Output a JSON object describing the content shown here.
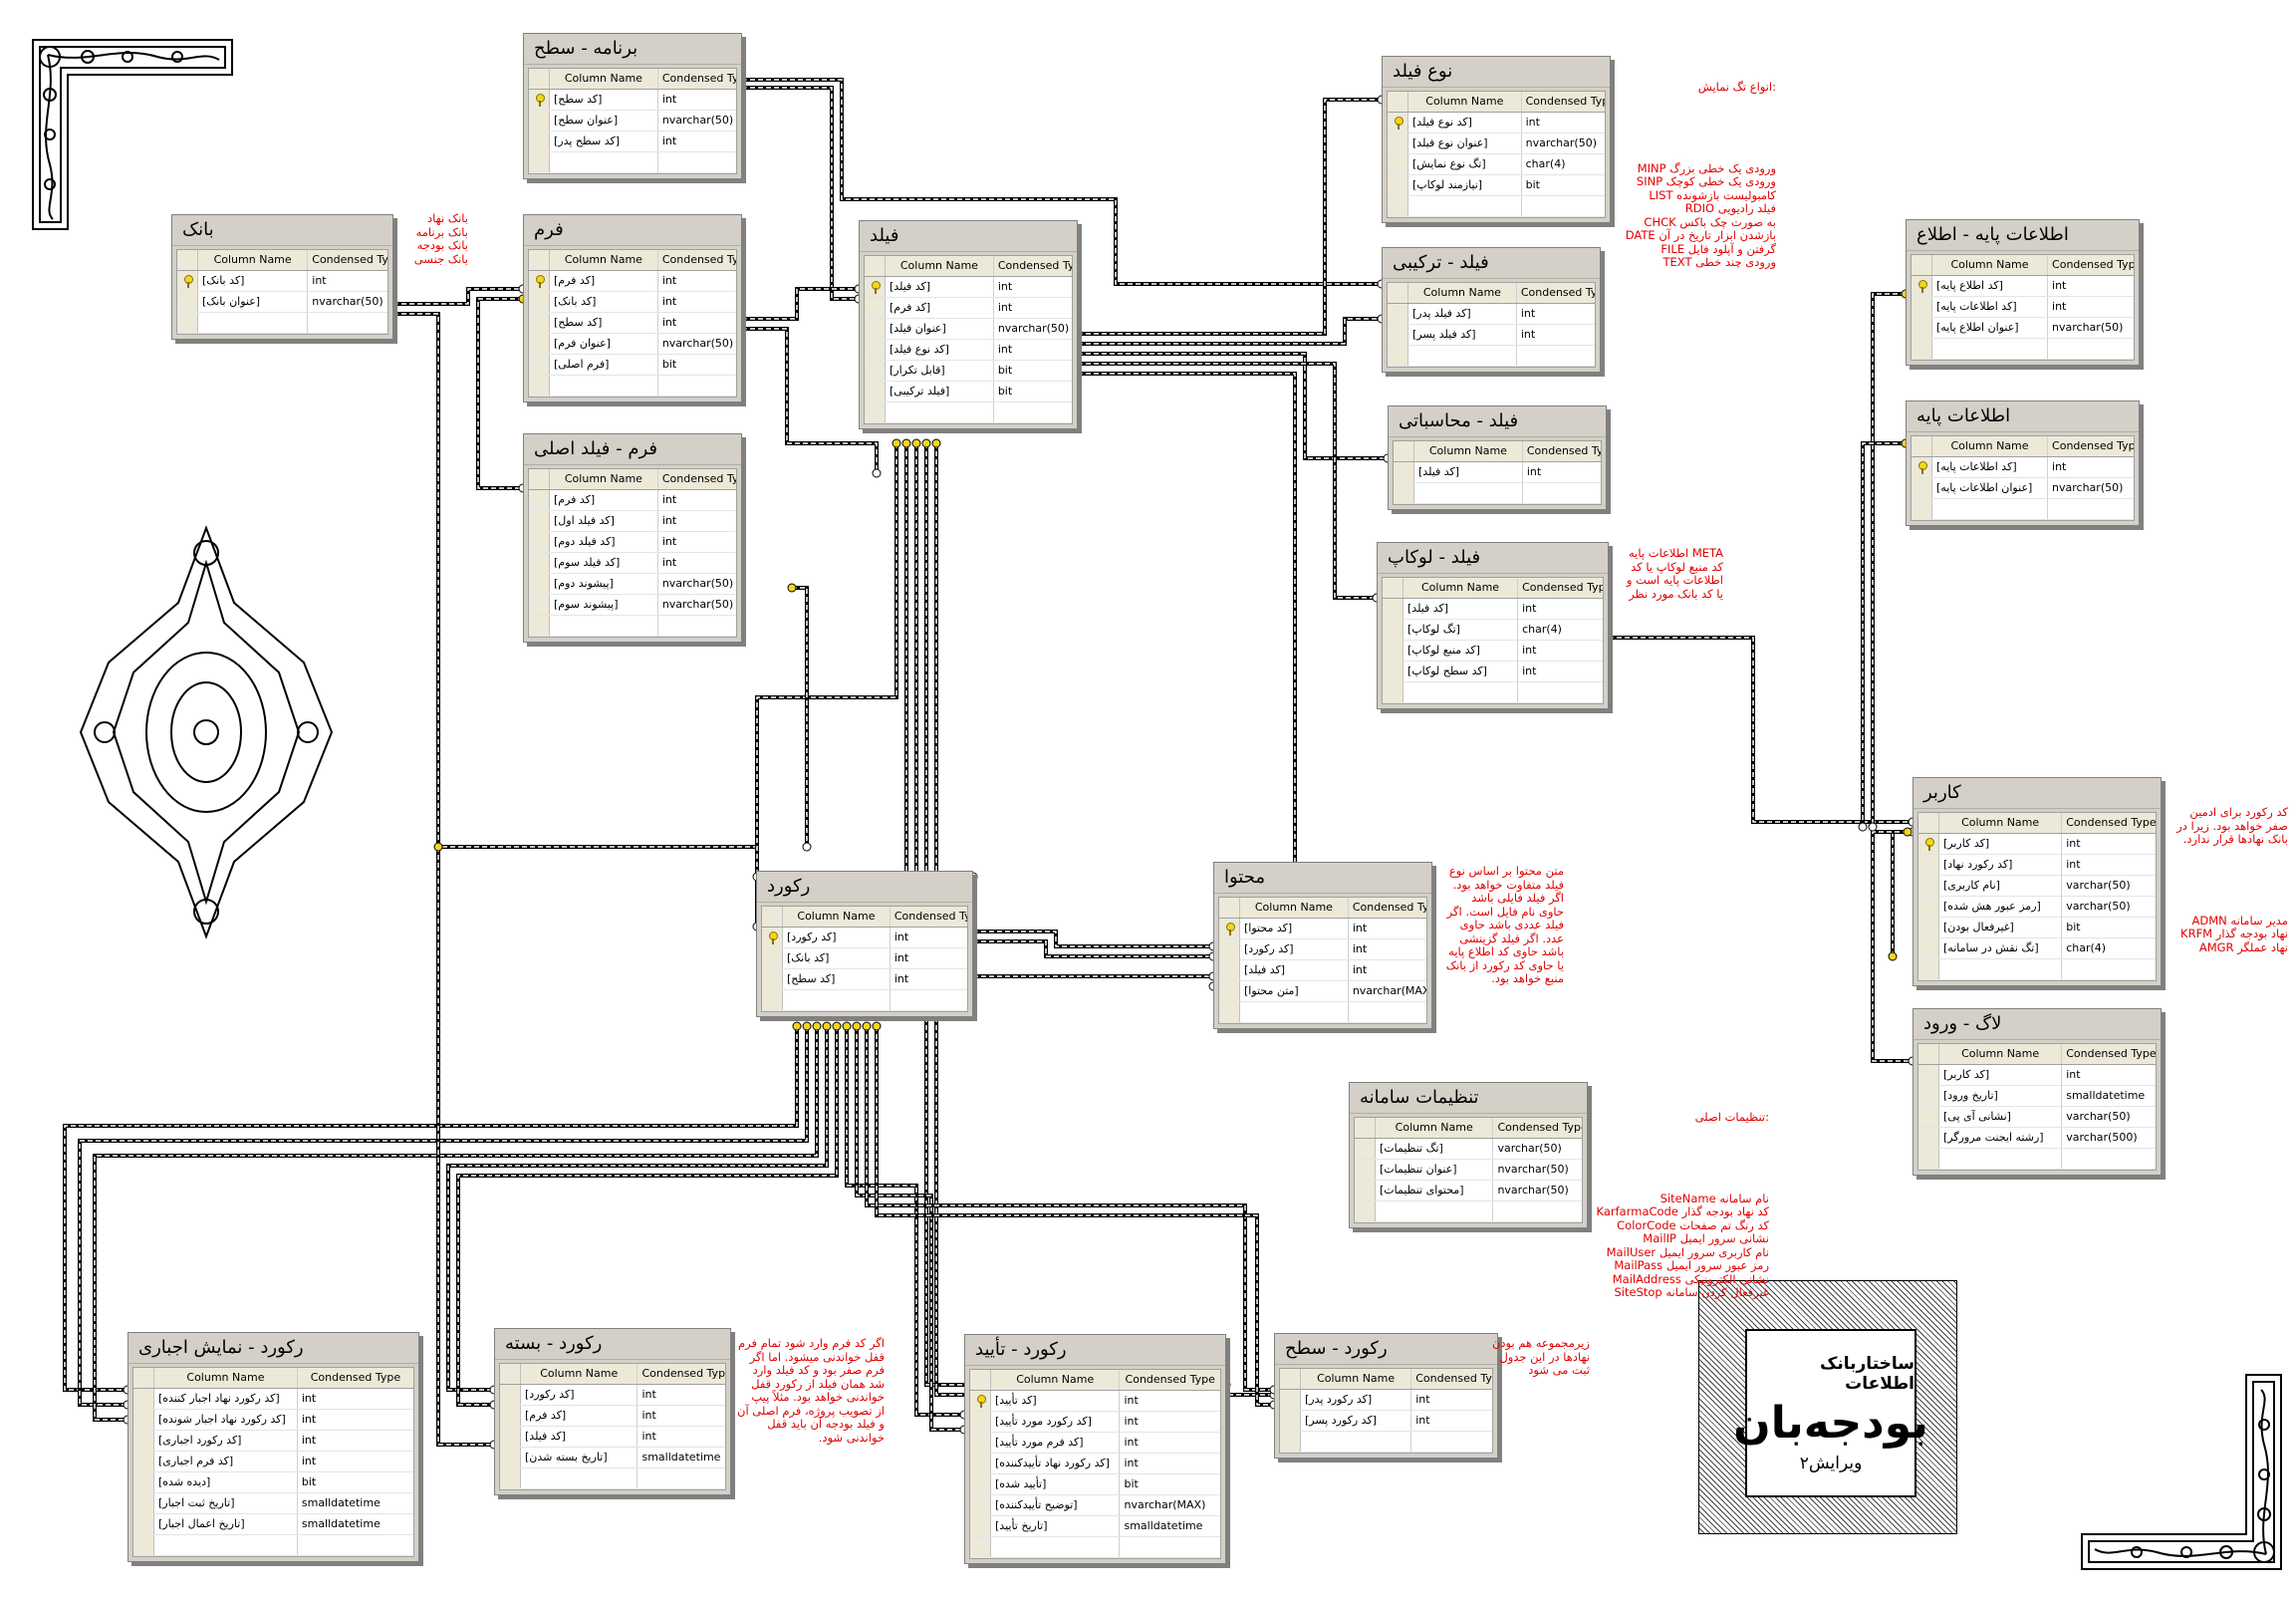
{
  "tables": [
    {
      "id": "barname",
      "title": "برنامه - سطح",
      "header": [
        "Column Name",
        "Condensed Type"
      ],
      "rows": [
        {
          "name": "[کد سطح]",
          "type": "int",
          "pk": true
        },
        {
          "name": "[عنوان سطح]",
          "type": "nvarchar(50)"
        },
        {
          "name": "[کد سطح پدر]",
          "type": "int"
        }
      ]
    },
    {
      "id": "bank",
      "title": "بانک",
      "header": [
        "Column Name",
        "Condensed Type"
      ],
      "rows": [
        {
          "name": "[کد بانک]",
          "type": "int",
          "pk": true
        },
        {
          "name": "[عنوان بانک]",
          "type": "nvarchar(50)"
        }
      ]
    },
    {
      "id": "form",
      "title": "فرم",
      "header": [
        "Column Name",
        "Condensed Type"
      ],
      "rows": [
        {
          "name": "[کد فرم]",
          "type": "int",
          "pk": true
        },
        {
          "name": "[کد بانک]",
          "type": "int"
        },
        {
          "name": "[کد سطح]",
          "type": "int"
        },
        {
          "name": "[عنوان فرم]",
          "type": "nvarchar(50)"
        },
        {
          "name": "[فرم اصلی]",
          "type": "bit"
        }
      ]
    },
    {
      "id": "formfield",
      "title": "فرم - فیلد اصلی",
      "header": [
        "Column Name",
        "Condensed Type"
      ],
      "rows": [
        {
          "name": "[کد فرم]",
          "type": "int"
        },
        {
          "name": "[کد فیلد اول]",
          "type": "int"
        },
        {
          "name": "[کد فیلد دوم]",
          "type": "int"
        },
        {
          "name": "[کد فیلد سوم]",
          "type": "int"
        },
        {
          "name": "[پیشوند دوم]",
          "type": "nvarchar(50)"
        },
        {
          "name": "[پیشوند سوم]",
          "type": "nvarchar(50)"
        }
      ]
    },
    {
      "id": "field",
      "title": "فیلد",
      "header": [
        "Column Name",
        "Condensed Type"
      ],
      "rows": [
        {
          "name": "[کد فیلد]",
          "type": "int",
          "pk": true
        },
        {
          "name": "[کد فرم]",
          "type": "int"
        },
        {
          "name": "[عنوان فیلد]",
          "type": "nvarchar(50)"
        },
        {
          "name": "[کد نوع فیلد]",
          "type": "int"
        },
        {
          "name": "[قابل تکرار]",
          "type": "bit"
        },
        {
          "name": "[فیلد ترکیبی]",
          "type": "bit"
        }
      ]
    },
    {
      "id": "fieldtype",
      "title": "نوع فیلد",
      "header": [
        "Column Name",
        "Condensed Type"
      ],
      "rows": [
        {
          "name": "[کد نوع فیلد]",
          "type": "int",
          "pk": true
        },
        {
          "name": "[عنوان نوع فیلد]",
          "type": "nvarchar(50)"
        },
        {
          "name": "[تگ نوع نمایش]",
          "type": "char(4)"
        },
        {
          "name": "[نیازمند لوکاپ]",
          "type": "bit"
        }
      ]
    },
    {
      "id": "fieldcomp",
      "title": "فیلد - ترکیبی",
      "header": [
        "Column Name",
        "Condensed Type"
      ],
      "rows": [
        {
          "name": "[کد فیلد پدر]",
          "type": "int"
        },
        {
          "name": "[کد فیلد پسر]",
          "type": "int"
        }
      ]
    },
    {
      "id": "fieldcalc",
      "title": "فیلد - محاسباتی",
      "header": [
        "Column Name",
        "Condensed Type"
      ],
      "rows": [
        {
          "name": "[کد فیلد]",
          "type": "int"
        }
      ]
    },
    {
      "id": "fieldlookup",
      "title": "فیلد - لوکاپ",
      "header": [
        "Column Name",
        "Condensed Type"
      ],
      "rows": [
        {
          "name": "[کد فیلد]",
          "type": "int"
        },
        {
          "name": "[تگ لوکاپ]",
          "type": "char(4)"
        },
        {
          "name": "[کد منبع لوکاپ]",
          "type": "int"
        },
        {
          "name": "[کد سطح لوکاپ]",
          "type": "int"
        }
      ]
    },
    {
      "id": "baseinfoitem",
      "title": "اطلاعات پایه - اطلاع",
      "header": [
        "Column Name",
        "Condensed Type"
      ],
      "rows": [
        {
          "name": "[کد اطلاع پایه]",
          "type": "int",
          "pk": true
        },
        {
          "name": "[کد اطلاعات پایه]",
          "type": "int"
        },
        {
          "name": "[عنوان اطلاع پایه]",
          "type": "nvarchar(50)"
        }
      ]
    },
    {
      "id": "baseinfo",
      "title": "اطلاعات پایه",
      "header": [
        "Column Name",
        "Condensed Type"
      ],
      "rows": [
        {
          "name": "[کد اطلاعات پایه]",
          "type": "int",
          "pk": true
        },
        {
          "name": "[عنوان اطلاعات پایه]",
          "type": "nvarchar(50)"
        }
      ]
    },
    {
      "id": "record",
      "title": "رکورد",
      "header": [
        "Column Name",
        "Condensed Type"
      ],
      "rows": [
        {
          "name": "[کد رکورد]",
          "type": "int",
          "pk": true
        },
        {
          "name": "[کد بانک]",
          "type": "int"
        },
        {
          "name": "[کد سطح]",
          "type": "int"
        }
      ]
    },
    {
      "id": "content",
      "title": "محتوا",
      "header": [
        "Column Name",
        "Condensed Type"
      ],
      "rows": [
        {
          "name": "[کد محتوا]",
          "type": "int",
          "pk": true
        },
        {
          "name": "[کد رکورد]",
          "type": "int"
        },
        {
          "name": "[کد فیلد]",
          "type": "int"
        },
        {
          "name": "[متن محتوا]",
          "type": "nvarchar(MAX)"
        }
      ]
    },
    {
      "id": "user",
      "title": "کاربر",
      "header": [
        "Column Name",
        "Condensed Type"
      ],
      "rows": [
        {
          "name": "[کد کاربر]",
          "type": "int",
          "pk": true
        },
        {
          "name": "[کد رکورد نهاد]",
          "type": "int"
        },
        {
          "name": "[نام کاربری]",
          "type": "varchar(50)"
        },
        {
          "name": "[رمز عبور هش شده]",
          "type": "varchar(50)"
        },
        {
          "name": "[غیرفعال بودن]",
          "type": "bit"
        },
        {
          "name": "[تگ نقش در سامانه]",
          "type": "char(4)"
        }
      ]
    },
    {
      "id": "log",
      "title": "لاگ - ورود",
      "header": [
        "Column Name",
        "Condensed Type"
      ],
      "rows": [
        {
          "name": "[کد کاربر]",
          "type": "int"
        },
        {
          "name": "[تاریخ ورود]",
          "type": "smalldatetime"
        },
        {
          "name": "[نشانی آی پی]",
          "type": "varchar(50)"
        },
        {
          "name": "[رشته ایجنت مرورگر]",
          "type": "varchar(500)"
        }
      ]
    },
    {
      "id": "settings",
      "title": "تنظیمات سامانه",
      "header": [
        "Column Name",
        "Condensed Type"
      ],
      "rows": [
        {
          "name": "[تگ تنظیمات]",
          "type": "varchar(50)"
        },
        {
          "name": "[عنوان تنظیمات]",
          "type": "nvarchar(50)"
        },
        {
          "name": "[محتوای تنظیمات]",
          "type": "nvarchar(50)"
        }
      ]
    },
    {
      "id": "recview",
      "title": "رکورد - نمایش اجباری",
      "header": [
        "Column Name",
        "Condensed Type"
      ],
      "rows": [
        {
          "name": "[کد رکورد نهاد اجبار کننده]",
          "type": "int"
        },
        {
          "name": "[کد رکورد نهاد اجبار شونده]",
          "type": "int"
        },
        {
          "name": "[کد رکورد اجباری]",
          "type": "int"
        },
        {
          "name": "[کد فرم اجباری]",
          "type": "int"
        },
        {
          "name": "[دیده شده]",
          "type": "bit"
        },
        {
          "name": "[تاریخ ثبت اجبار]",
          "type": "smalldatetime"
        },
        {
          "name": "[تاریخ اعمال اجبار]",
          "type": "smalldatetime"
        }
      ]
    },
    {
      "id": "recpack",
      "title": "رکورد - بسته",
      "header": [
        "Column Name",
        "Condensed Type"
      ],
      "rows": [
        {
          "name": "[کد رکورد]",
          "type": "int"
        },
        {
          "name": "[کد فرم]",
          "type": "int"
        },
        {
          "name": "[کد فیلد]",
          "type": "int"
        },
        {
          "name": "[تاریخ بسته شدن]",
          "type": "smalldatetime"
        }
      ]
    },
    {
      "id": "recconfirm",
      "title": "رکورد - تأیید",
      "header": [
        "Column Name",
        "Condensed Type"
      ],
      "rows": [
        {
          "name": "[کد تأیید]",
          "type": "int",
          "pk": true
        },
        {
          "name": "[کد رکورد مورد تأیید]",
          "type": "int"
        },
        {
          "name": "[کد فرم مورد تأیید]",
          "type": "int"
        },
        {
          "name": "[کد رکورد نهاد تأییدکننده]",
          "type": "int"
        },
        {
          "name": "[تأیید شده]",
          "type": "bit"
        },
        {
          "name": "[توضیح تأییدکننده]",
          "type": "nvarchar(MAX)"
        },
        {
          "name": "[تاریخ تأیید]",
          "type": "smalldatetime"
        }
      ]
    },
    {
      "id": "reclevel",
      "title": "رکورد - سطح",
      "header": [
        "Column Name",
        "Condensed Type"
      ],
      "rows": [
        {
          "name": "[کد رکورد پدر]",
          "type": "int"
        },
        {
          "name": "[کد رکورد پسر]",
          "type": "int"
        }
      ]
    }
  ],
  "notes": {
    "bank": "بانک نهاد\nبانک برنامه\nبانک بودجه\nبانک جنسی",
    "fieldtype_title": ":انواع تگ نمایش",
    "fieldtype_items": [
      {
        "code": "MINP",
        "desc": "ورودی یک خطی بزرگ"
      },
      {
        "code": "SINP",
        "desc": "ورودی یک خطی کوچک"
      },
      {
        "code": "LIST",
        "desc": "کامبولیست بازشونده"
      },
      {
        "code": "RDIO",
        "desc": "فیلد رادیویی"
      },
      {
        "code": "CHCK",
        "desc": "به صورت چک باکس"
      },
      {
        "code": "DATE",
        "desc": "بازشدن ابزار تاریخ در آن"
      },
      {
        "code": "FILE",
        "desc": "گرفتن و آپلود فایل"
      },
      {
        "code": "TEXT",
        "desc": "ورودی چند خطی"
      }
    ],
    "lookup": "META اطلاعات پایه\nکد منبع لوکاپ یا کد\nاطلاعات پایه است و\nیا کد بانک مورد نظر",
    "content": "متن محتوا بر اساس نوع\nفیلد متفاوت خواهد بود.\nاگر فیلد فایلی باشد\nحاوی نام فایل است. اگر\nفیلد عددی باشد حاوی\nعدد. اگر فیلد گزینشی\nباشد حاوی کد اطلاع پایه\nیا حاوی کد رکورد از بانک\nمنبع خواهد بود.",
    "user_top": "کد رکورد برای ادمین\nصفر خواهد بود. زیرا در\nبانک نهادها قرار ندارد.",
    "user_roles": [
      {
        "code": "ADMN",
        "desc": "مدیر سامانه"
      },
      {
        "code": "KRFM",
        "desc": "نهاد بودجه گذار"
      },
      {
        "code": "AMGR",
        "desc": "نهاد عملگر"
      }
    ],
    "settings_title": ":تنظیمات اصلی",
    "settings_items": [
      {
        "code": "SiteName",
        "desc": "نام سامانه"
      },
      {
        "code": "KarfarmaCode",
        "desc": "کد نهاد بودجه گذار"
      },
      {
        "code": "ColorCode",
        "desc": "کد رنگ تم صفحات"
      },
      {
        "code": "MailIP",
        "desc": "نشانی سرور ایمیل"
      },
      {
        "code": "MailUser",
        "desc": "نام کاربری سرور ایمیل"
      },
      {
        "code": "MailPass",
        "desc": "رمز عبور سرور ایمیل"
      },
      {
        "code": "MailAddress",
        "desc": "نشانی الکترونیکی"
      },
      {
        "code": "SiteStop",
        "desc": "غیرفعال کردن سامانه"
      }
    ],
    "recpack": "اگر کد فرم وارد شود تمام فرم\nقفل خواندنی میشود. اما اگر\nفرم صفر بود و کد فیلد وارد\nشد همان فیلد از رکورد قفل\nخواندنی خواهد بود. مثلاً پیپ\nاز تصویب پروژه، فرم اصلی آن\nو فیلد بودجه آن باید قفل\nخواندنی شود.",
    "reclevel": "زیرمجموعه هم بودن\nنهادها در این جدول\nثبت می شود"
  },
  "logo": {
    "line1": "ساختاربانک اطلاعات",
    "line2": "بودجه‌بان",
    "line3": "ویرایش۲"
  }
}
